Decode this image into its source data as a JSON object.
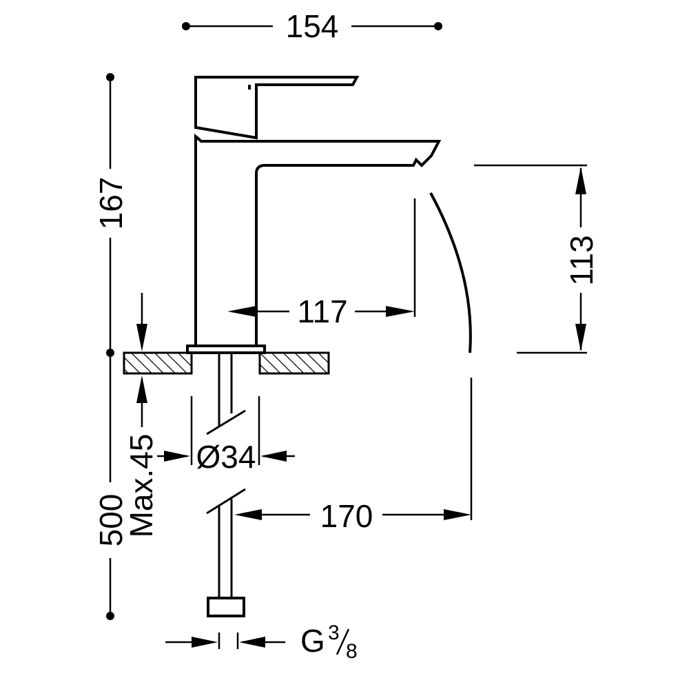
{
  "dimensions": {
    "overall_width": "154",
    "overall_height": "167",
    "spout_height": "113",
    "spout_projection": "117",
    "reach": "170",
    "pipe_length": "500",
    "max_deck_thickness": "Max.45",
    "hole_diameter": "Ø34",
    "connection_thread": "G",
    "thread_numerator": "3",
    "thread_denominator": "8"
  },
  "colors": {
    "line": "#000000",
    "background": "#ffffff"
  }
}
